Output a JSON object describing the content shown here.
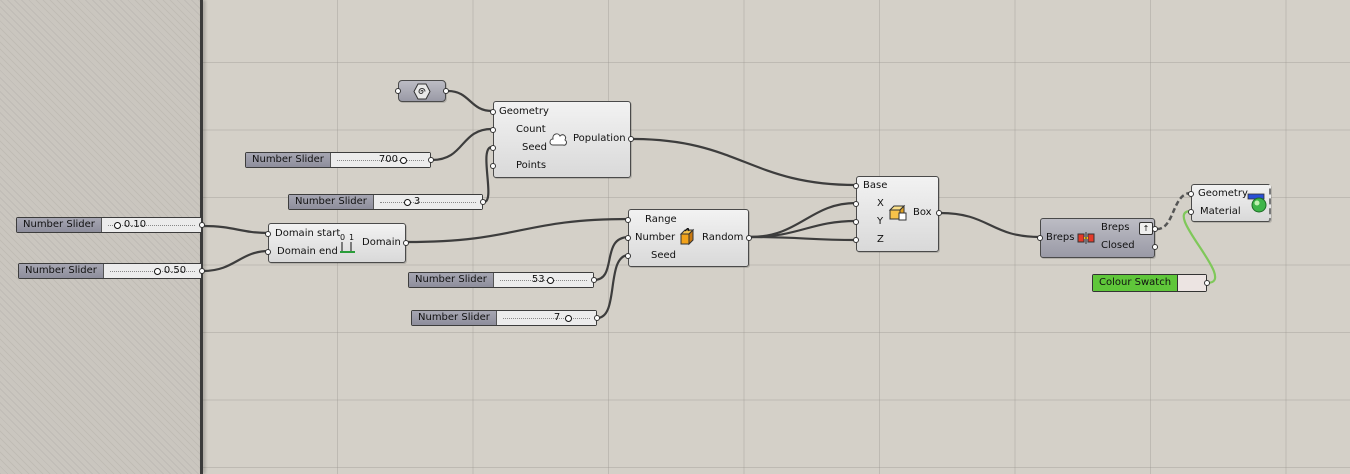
{
  "canvas": {
    "grid_color": "#96938c",
    "background": "#d4d0c8"
  },
  "sliders": [
    {
      "id": "slider-700",
      "label": "Number Slider",
      "value": "700"
    },
    {
      "id": "slider-3",
      "label": "Number Slider",
      "value": "3"
    },
    {
      "id": "slider-010",
      "label": "Number Slider",
      "value": "0.10"
    },
    {
      "id": "slider-050",
      "label": "Number Slider",
      "value": "0.50"
    },
    {
      "id": "slider-53",
      "label": "Number Slider",
      "value": "53"
    },
    {
      "id": "slider-7",
      "label": "Number Slider",
      "value": "7"
    }
  ],
  "populate": {
    "inputs": [
      "Geometry",
      "Count",
      "Seed",
      "Points"
    ],
    "output": "Population",
    "icon": "cloud-icon"
  },
  "domain": {
    "inputs": [
      "Domain start",
      "Domain end"
    ],
    "output": "Domain",
    "icon": "domain-icon"
  },
  "random": {
    "inputs": [
      "Range",
      "Number",
      "Seed"
    ],
    "output": "Random",
    "icon": "dice-icon"
  },
  "box": {
    "inputs": [
      "Base",
      "X",
      "Y",
      "Z"
    ],
    "output": "Box",
    "icon": "box-icon"
  },
  "brep": {
    "input": "Breps",
    "outputs": [
      "Breps",
      "Closed"
    ],
    "icon": "brep-join-icon"
  },
  "preview": {
    "inputs": [
      "Geometry",
      "Material"
    ],
    "icon": "preview-sphere-icon"
  },
  "swatch": {
    "label": "Colour Swatch",
    "color": "#ece4e2",
    "label_bg": "#5fc63a"
  },
  "geometry_param": {
    "icon": "spiral-hex-icon"
  }
}
